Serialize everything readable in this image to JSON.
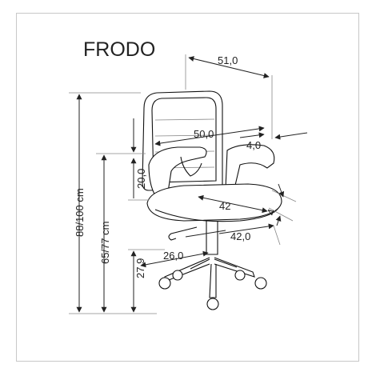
{
  "product": {
    "name": "FRODO"
  },
  "colors": {
    "line": "#222222",
    "frame": "#c8c8c8",
    "background": "#ffffff"
  },
  "dimensions": {
    "total_height": "88/100 cm",
    "seat_height": "65/77 cm",
    "armrest_height": "20,0",
    "base_height": "27,9",
    "overall_width": "51,0",
    "backrest_width": "50,0",
    "armrest_depth": "4,0",
    "seat_depth": "42",
    "seat_thickness": "4",
    "seat_width": "42,0",
    "base_radius": "26,0"
  }
}
